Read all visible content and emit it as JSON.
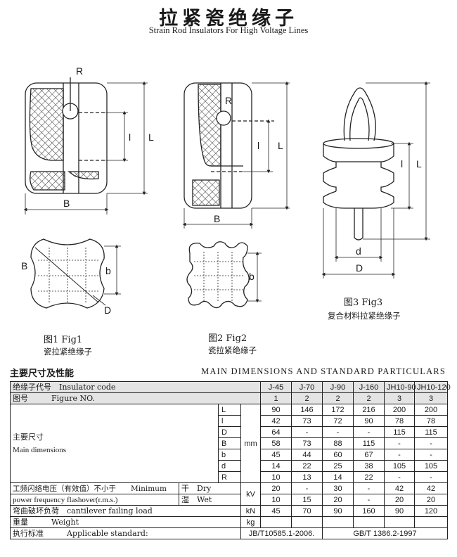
{
  "title": {
    "cn": "拉紧瓷绝缘子",
    "en": "Strain Rod Insulators For High Voltage Lines"
  },
  "figures": {
    "fig1": {
      "caption": "图1 Fig1",
      "sub": "瓷拉紧绝缘子",
      "labels": {
        "R": "R",
        "l": "l",
        "L": "L",
        "B": "B",
        "B2": "B",
        "b": "b",
        "D": "D"
      }
    },
    "fig2": {
      "caption": "图2 Fig2",
      "sub": "瓷拉紧绝缘子",
      "labels": {
        "R": "R",
        "l": "l",
        "L": "L",
        "B": "B",
        "b": "b"
      }
    },
    "fig3": {
      "caption": "图3 Fig3",
      "sub": "复合材料拉紧绝缘子",
      "labels": {
        "l": "l",
        "L": "L",
        "d": "d",
        "D": "D"
      }
    }
  },
  "section": {
    "cn": "主要尺寸及性能",
    "en": "MAIN DIMENSIONS AND STANDARD PARTICULARS"
  },
  "table": {
    "code_label": "绝缘子代号　Insulator code",
    "codes": [
      "J-45",
      "J-70",
      "J-90",
      "J-160",
      "JH10-90",
      "JH10-120"
    ],
    "fig_label": "图号　　　Figure NO.",
    "fig_nos": [
      "1",
      "2",
      "2",
      "2",
      "3",
      "3"
    ],
    "dim_label_cn": "主要尺寸",
    "dim_label_en": "Main dimensions",
    "dim_unit": "mm",
    "dims": [
      {
        "sym": "L",
        "values": [
          "90",
          "146",
          "172",
          "216",
          "200",
          "200"
        ]
      },
      {
        "sym": "l",
        "values": [
          "42",
          "73",
          "72",
          "90",
          "78",
          "78"
        ]
      },
      {
        "sym": "D",
        "values": [
          "64",
          "-",
          "-",
          "-",
          "115",
          "115"
        ]
      },
      {
        "sym": "B",
        "values": [
          "58",
          "73",
          "88",
          "115",
          "-",
          "-"
        ]
      },
      {
        "sym": "b",
        "values": [
          "45",
          "44",
          "60",
          "67",
          "-",
          "-"
        ]
      },
      {
        "sym": "d",
        "values": [
          "14",
          "22",
          "25",
          "38",
          "105",
          "105"
        ]
      },
      {
        "sym": "R",
        "values": [
          "10",
          "13",
          "14",
          "22",
          "-",
          "-"
        ]
      }
    ],
    "flash_label_1": "工频闪络电压（有效值）不小于　　Minimum",
    "flash_label_2": "power frequency flashover(r.m.s.)",
    "flash_unit": "kV",
    "dry_label": "干　Dry",
    "wet_label": "湿　Wet",
    "dry_values": [
      "20",
      "-",
      "30",
      "-",
      "42",
      "42"
    ],
    "wet_values": [
      "10",
      "15",
      "20",
      "-",
      "20",
      "20"
    ],
    "cant_label": "弯曲破坏负荷　cantilever failing load",
    "cant_unit": "kN",
    "cant_values": [
      "45",
      "70",
      "90",
      "160",
      "90",
      "120"
    ],
    "weight_label": "重量　　　Weight",
    "weight_unit": "kg",
    "std_label": "执行标准　　　Applicable standard:",
    "std_1": "JB/T10585.1-2006.",
    "std_2": "GB/T 1386.2-1997"
  }
}
